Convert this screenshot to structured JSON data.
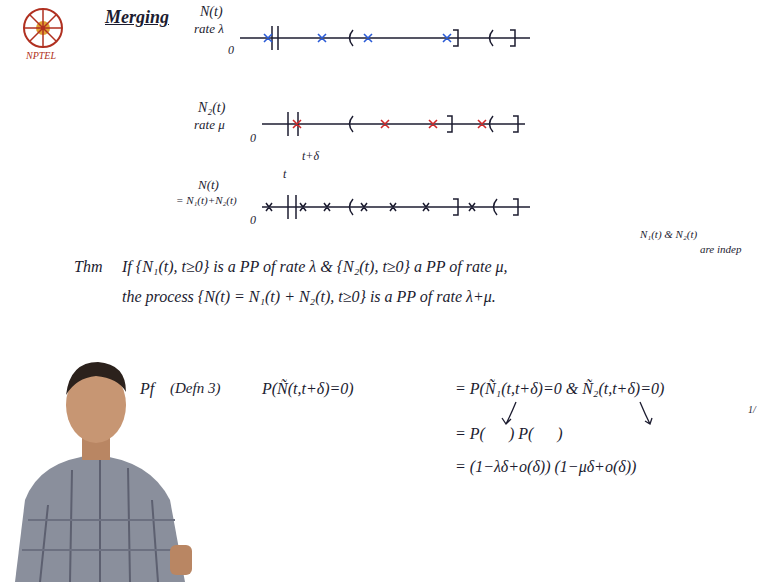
{
  "diagram": {
    "title": "Merging",
    "labels": [
      "NPTEL",
      "N(t)",
      "rate λ",
      "0",
      "N₂(t)",
      "rate μ",
      "0",
      "t",
      "t+δ",
      "N(t)",
      "= N₁(t)+N₂(t)",
      "0",
      "N₁(t) & N₂(t)",
      "are indep",
      "Thm",
      "If {N₁(t), t≥0} is a PP of rate λ & {N₂(t), t≥0} a PP of rate μ,",
      "the process {N(t) = N₁(t) + N₂(t), t≥0} is a PP of rate λ+μ.",
      "Pf",
      "(Defn 3)",
      "P(Ñ(t,t+δ)=0)",
      "= P(Ñ₁(t,t+δ)=0 & Ñ₂(t,t+δ)=0)",
      "= P(      ) P(      )",
      "= (1−λδ+o(δ)) (1−μδ+o(δ))",
      "1/"
    ]
  }
}
